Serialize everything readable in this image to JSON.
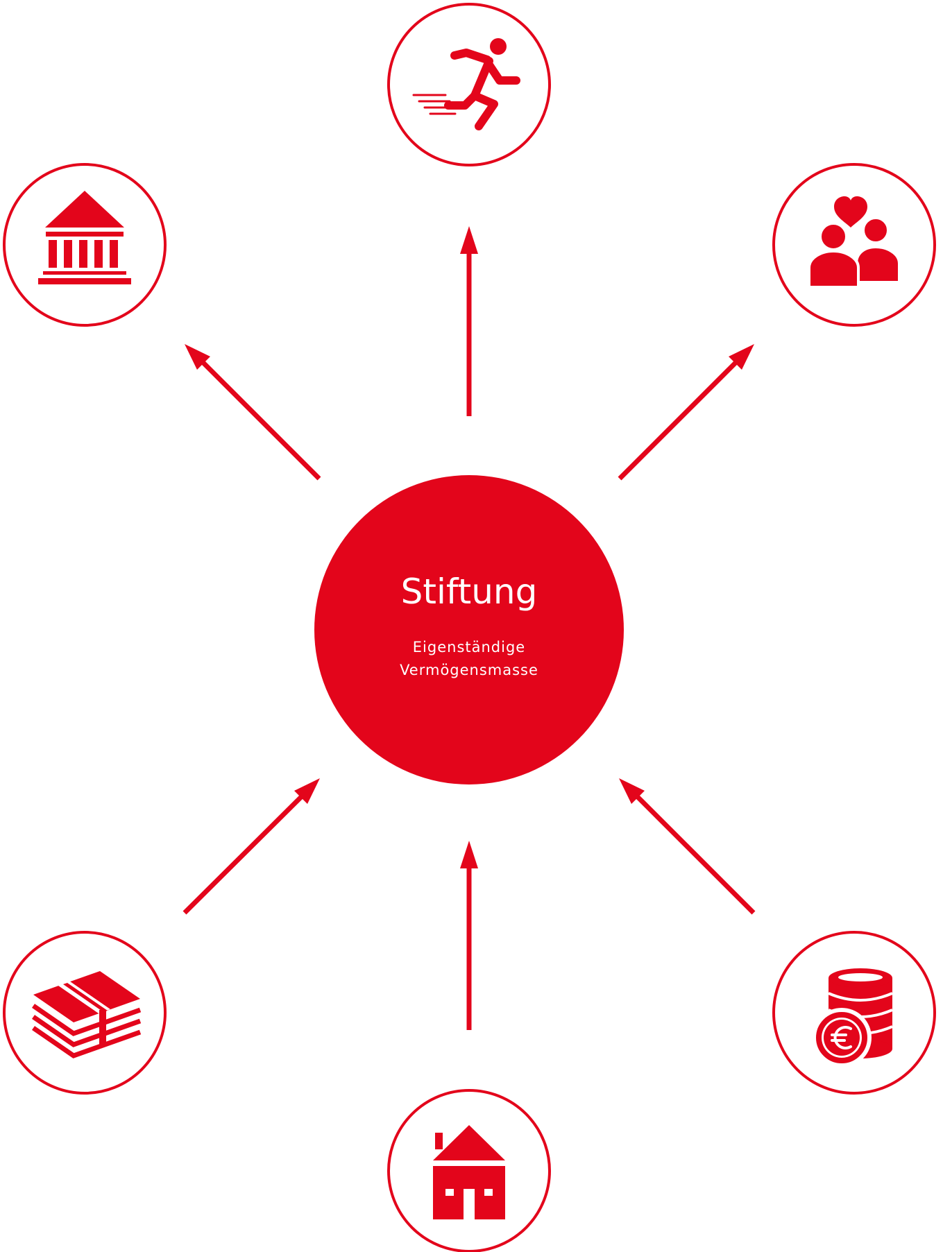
{
  "center": {
    "title": "Stiftung",
    "subtitle_line1": "Eigenständige",
    "subtitle_line2": "Vermögensmasse"
  },
  "nodes": {
    "top": "running-person-icon",
    "top_left": "bank-building-icon",
    "top_right": "people-heart-icon",
    "bottom_left": "money-stack-icon",
    "bottom": "house-icon",
    "bottom_right": "euro-coins-icon"
  },
  "colors": {
    "accent": "#e3051b",
    "background": "#ffffff"
  }
}
